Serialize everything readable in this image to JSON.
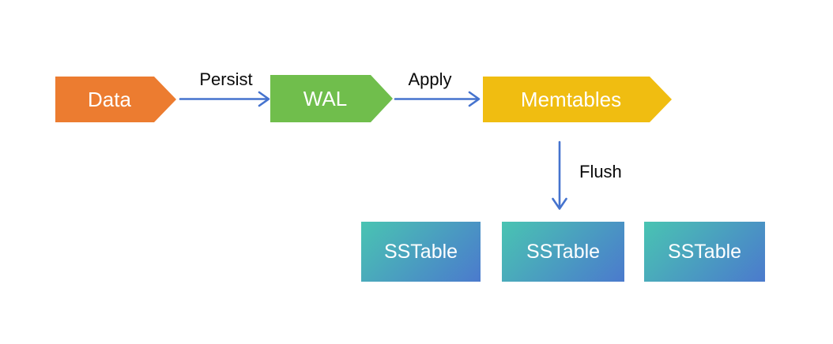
{
  "diagram": {
    "type": "flow-diagram",
    "arrow_color": "#4573CE",
    "label_color": "#0a0a0a",
    "background": "#ffffff",
    "nodes": [
      {
        "id": "data",
        "label": "Data",
        "fill": "#EC7C30",
        "shape": "right-arrow-pentagon"
      },
      {
        "id": "wal",
        "label": "WAL",
        "fill": "#70BE4C",
        "shape": "right-arrow-pentagon"
      },
      {
        "id": "memtables",
        "label": "Memtables",
        "fill": "#F0BD11",
        "shape": "right-arrow-pentagon"
      }
    ],
    "edges": [
      {
        "id": "persist",
        "label": "Persist",
        "from": "data",
        "to": "wal",
        "direction": "right"
      },
      {
        "id": "apply",
        "label": "Apply",
        "from": "wal",
        "to": "memtables",
        "direction": "right"
      },
      {
        "id": "flush",
        "label": "Flush",
        "from": "memtables",
        "to": "sstables",
        "direction": "down"
      }
    ],
    "sstables": [
      {
        "label": "SSTable"
      },
      {
        "label": "SSTable"
      },
      {
        "label": "SSTable"
      }
    ],
    "sstable_gradient": {
      "from": "#49C4B2",
      "to": "#4B7ACD",
      "angle": "135deg"
    }
  }
}
